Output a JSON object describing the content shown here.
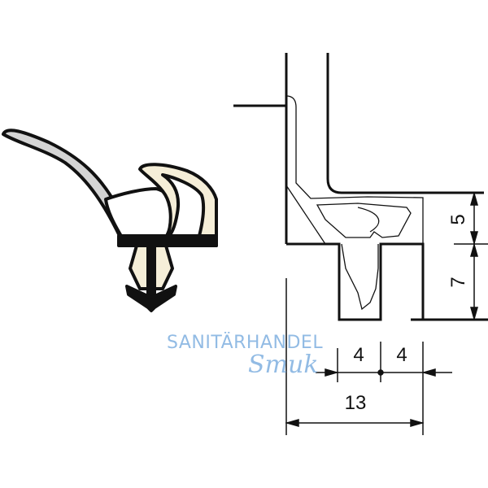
{
  "dimensions": {
    "height_upper": "5",
    "height_lower": "7",
    "width_left": "4",
    "width_right": "4",
    "width_total": "13"
  },
  "watermark": {
    "line1": "SANITÄRHANDEL",
    "line2": "Smuk",
    "color": "#7fb0e0"
  },
  "colors": {
    "profile_fill": "#f5eed8",
    "lip_fill": "#d4d4d4",
    "outline": "#111111"
  }
}
